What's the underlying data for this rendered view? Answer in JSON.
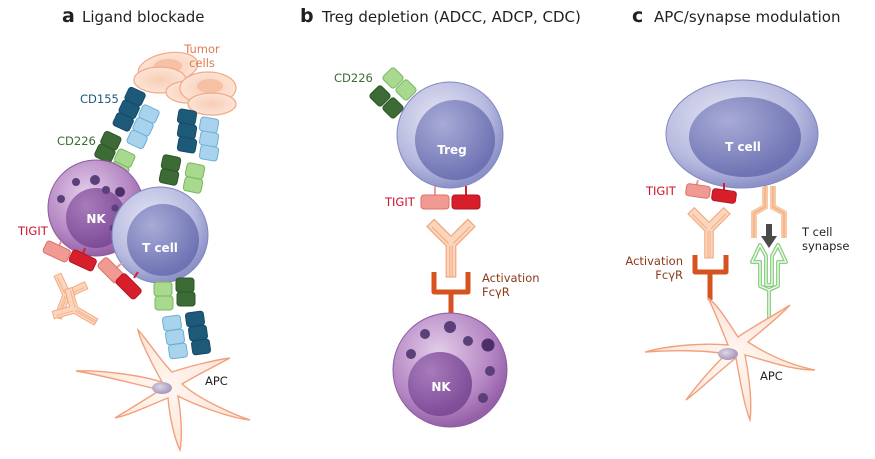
{
  "figure": {
    "panels": [
      {
        "letter": "a",
        "title": "Ligand blockade",
        "labels": {
          "tumor_cells_line1": "Tumor",
          "tumor_cells_line2": "cells",
          "cd155": "CD155",
          "cd226": "CD226",
          "tigit": "TIGIT",
          "nk": "NK",
          "t_cell": "T cell",
          "apc": "APC"
        }
      },
      {
        "letter": "b",
        "title": "Treg depletion (ADCC, ADCP, CDC)",
        "labels": {
          "cd226": "CD226",
          "treg": "Treg",
          "tigit": "TIGIT",
          "activation_line1": "Activation",
          "activation_line2": "FcγR",
          "nk": "NK"
        }
      },
      {
        "letter": "c",
        "title": "APC/synapse modulation",
        "labels": {
          "t_cell": "T cell",
          "tigit": "TIGIT",
          "activation_line1": "Activation",
          "activation_line2": "FcγR",
          "synapse_line1": "T cell",
          "synapse_line2": "synapse",
          "apc": "APC"
        }
      }
    ],
    "colors": {
      "cd155_dark": "#1d5a7a",
      "cd155_light": "#a9d3ec",
      "cd226_dark": "#3c6b35",
      "cd226_light": "#a8d98f",
      "tigit_light": "#f09a93",
      "tigit_dark": "#d71f2b",
      "tigit_label": "#d0102a",
      "cd155_label": "#1d5a7a",
      "cd226_label": "#3c6b35",
      "tumor_label": "#e07a50",
      "activation_label": "#8b3a1a",
      "fcgr": "#d4531e",
      "antibody": "#f9c9a6",
      "tcell": "#8a8fcb",
      "nk": "#9a64ad",
      "apc": "#fbe1d3",
      "synapse_green": "#8fcf86"
    }
  }
}
